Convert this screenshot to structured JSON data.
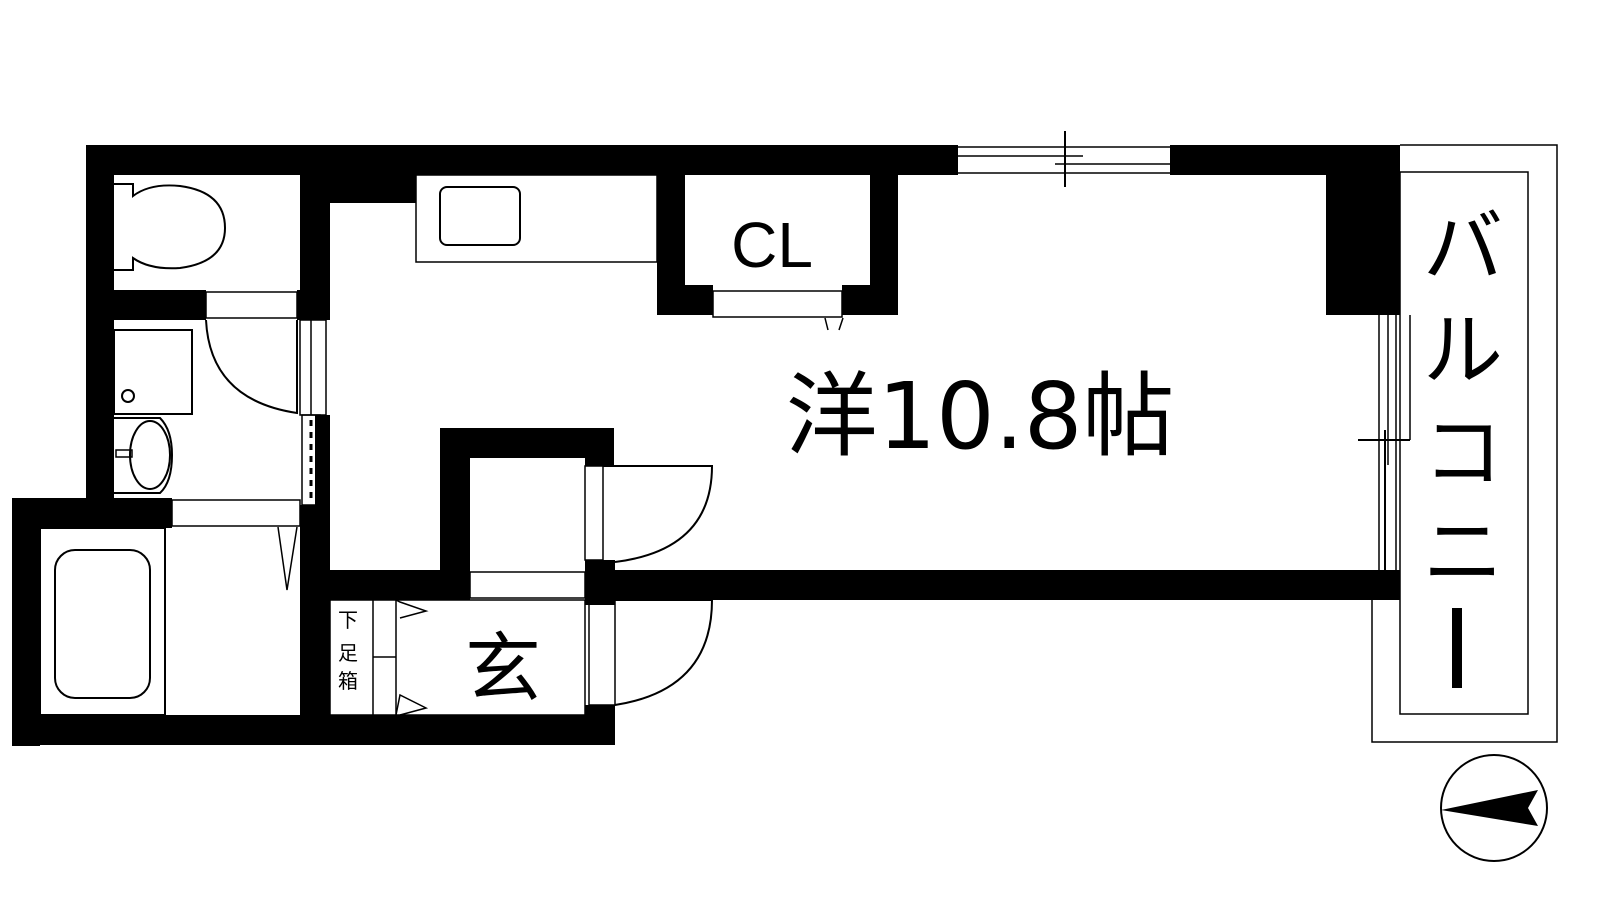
{
  "floor_plan": {
    "main_room": {
      "label": "洋10.8帖",
      "type": "洋室",
      "size_jo": "10.8"
    },
    "closet": {
      "label": "CL"
    },
    "entrance": {
      "label": "玄"
    },
    "shoe_box": {
      "label": "下足箱",
      "chars": [
        "下",
        "足",
        "箱"
      ]
    },
    "balcony": {
      "label": "バルコニー",
      "chars": [
        "バ",
        "ル",
        "コ",
        "ニ",
        "ー"
      ]
    },
    "fixtures": [
      "toilet",
      "washbasin",
      "washing-machine-pan",
      "bathtub",
      "kitchen-sink"
    ],
    "compass": {
      "direction": "north-arrow-pointing-left"
    },
    "colors": {
      "wall": "#000000",
      "background": "#ffffff",
      "line": "#000000"
    }
  }
}
